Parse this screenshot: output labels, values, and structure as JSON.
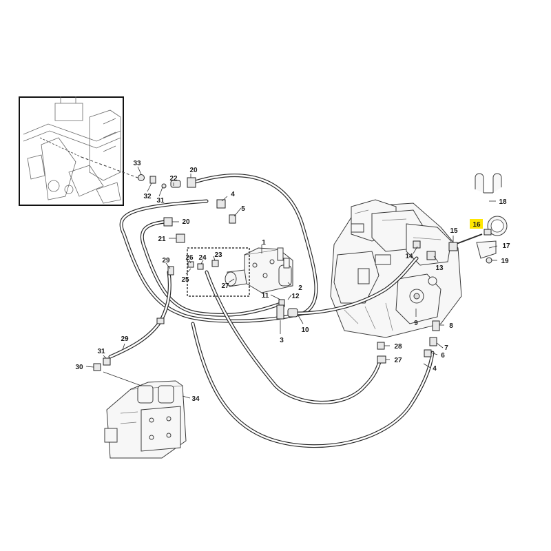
{
  "colors": {
    "highlight": "#ffe600",
    "ink": "#2a2a2a",
    "background": "#ffffff"
  },
  "callouts": [
    {
      "id": "c33",
      "text": "33",
      "highlight": false
    },
    {
      "id": "c22",
      "text": "22",
      "highlight": false
    },
    {
      "id": "c20a",
      "text": "20",
      "highlight": false
    },
    {
      "id": "c32",
      "text": "32",
      "highlight": false
    },
    {
      "id": "c31a",
      "text": "31",
      "highlight": false
    },
    {
      "id": "c4a",
      "text": "4",
      "highlight": false
    },
    {
      "id": "c5",
      "text": "5",
      "highlight": false
    },
    {
      "id": "c20b",
      "text": "20",
      "highlight": false
    },
    {
      "id": "c21",
      "text": "21",
      "highlight": false
    },
    {
      "id": "c1",
      "text": "1",
      "highlight": false
    },
    {
      "id": "c29a",
      "text": "29",
      "highlight": false
    },
    {
      "id": "c26",
      "text": "26",
      "highlight": false
    },
    {
      "id": "c24",
      "text": "24",
      "highlight": false
    },
    {
      "id": "c23",
      "text": "23",
      "highlight": false
    },
    {
      "id": "c25",
      "text": "25",
      "highlight": false
    },
    {
      "id": "c27a",
      "text": "27",
      "highlight": false
    },
    {
      "id": "c11",
      "text": "11",
      "highlight": false
    },
    {
      "id": "c12",
      "text": "12",
      "highlight": false
    },
    {
      "id": "c2",
      "text": "2",
      "highlight": false
    },
    {
      "id": "c3",
      "text": "3",
      "highlight": false
    },
    {
      "id": "c10",
      "text": "10",
      "highlight": false
    },
    {
      "id": "c18",
      "text": "18",
      "highlight": false
    },
    {
      "id": "c16",
      "text": "16",
      "highlight": true
    },
    {
      "id": "c15",
      "text": "15",
      "highlight": false
    },
    {
      "id": "c17",
      "text": "17",
      "highlight": false
    },
    {
      "id": "c14",
      "text": "14",
      "highlight": false
    },
    {
      "id": "c13",
      "text": "13",
      "highlight": false
    },
    {
      "id": "c19",
      "text": "19",
      "highlight": false
    },
    {
      "id": "c9",
      "text": "9",
      "highlight": false
    },
    {
      "id": "c8",
      "text": "8",
      "highlight": false
    },
    {
      "id": "c28",
      "text": "28",
      "highlight": false
    },
    {
      "id": "c27b",
      "text": "27",
      "highlight": false
    },
    {
      "id": "c7",
      "text": "7",
      "highlight": false
    },
    {
      "id": "c6",
      "text": "6",
      "highlight": false
    },
    {
      "id": "c4b",
      "text": "4",
      "highlight": false
    },
    {
      "id": "c29b",
      "text": "29",
      "highlight": false
    },
    {
      "id": "c31b",
      "text": "31",
      "highlight": false
    },
    {
      "id": "c30",
      "text": "30",
      "highlight": false
    },
    {
      "id": "c34",
      "text": "34",
      "highlight": false
    }
  ]
}
